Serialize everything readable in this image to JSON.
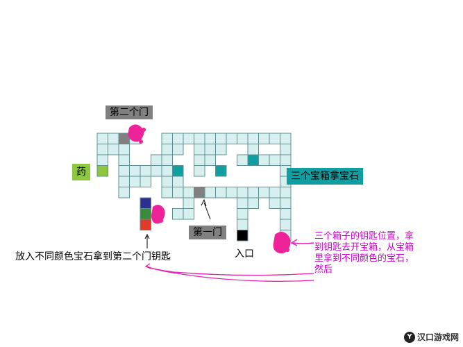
{
  "labels": {
    "second_door": "第二个门",
    "first_door": "第一门",
    "medicine": "药",
    "treasure": "三个宝箱拿宝石",
    "entrance": "入口",
    "gem_key": "放入不同颜色宝石拿到第二个门钥匙"
  },
  "note": {
    "lines": [
      "三个箱子的钥匙位置，拿",
      "到钥匙去开宝箱，从宝箱",
      "里拿到不同颜色的宝石，",
      "然后"
    ]
  },
  "watermark": "汉口游戏网",
  "colors": {
    "cell_fill": "#d6f0f0",
    "cell_stroke": "#5f8f93",
    "teal": "#119ea0",
    "grey": "#808080",
    "entrance": "#000000",
    "medicine": "#8dc63f",
    "gem_blue": "#2e2e8f",
    "gem_green": "#3a8a3a",
    "gem_red": "#e03a2a",
    "annotation": "#e020b0",
    "key_blob": "#ee2299"
  }
}
